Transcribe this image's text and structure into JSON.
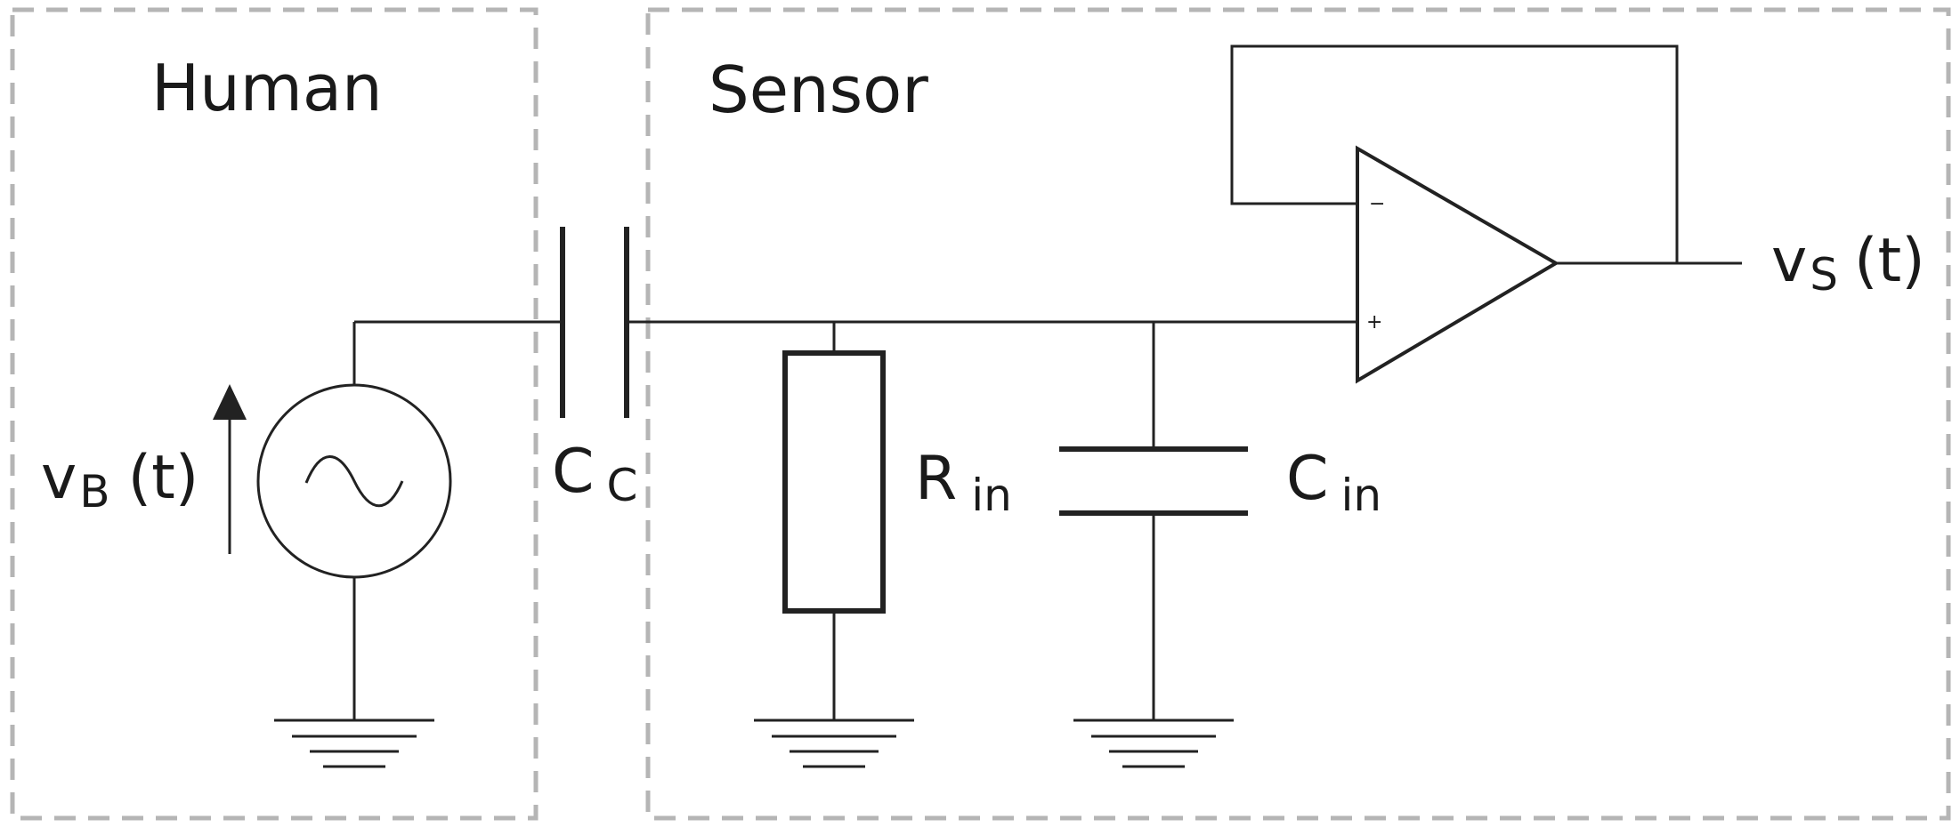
{
  "regions": {
    "human": "Human",
    "sensor": "Sensor"
  },
  "labels": {
    "vb_main": "v",
    "vb_sub": "B",
    "vb_arg": "(t)",
    "cc_main": "C",
    "cc_sub": "C",
    "rin_main": "R",
    "rin_sub": "in",
    "cin_main": "C",
    "cin_sub": "in",
    "vs_main": "v",
    "vs_sub": "S",
    "vs_arg": "(t)",
    "opamp_minus": "−",
    "opamp_plus": "+"
  },
  "colors": {
    "wire": "#222222",
    "dashed_box": "#b5b5b5"
  }
}
